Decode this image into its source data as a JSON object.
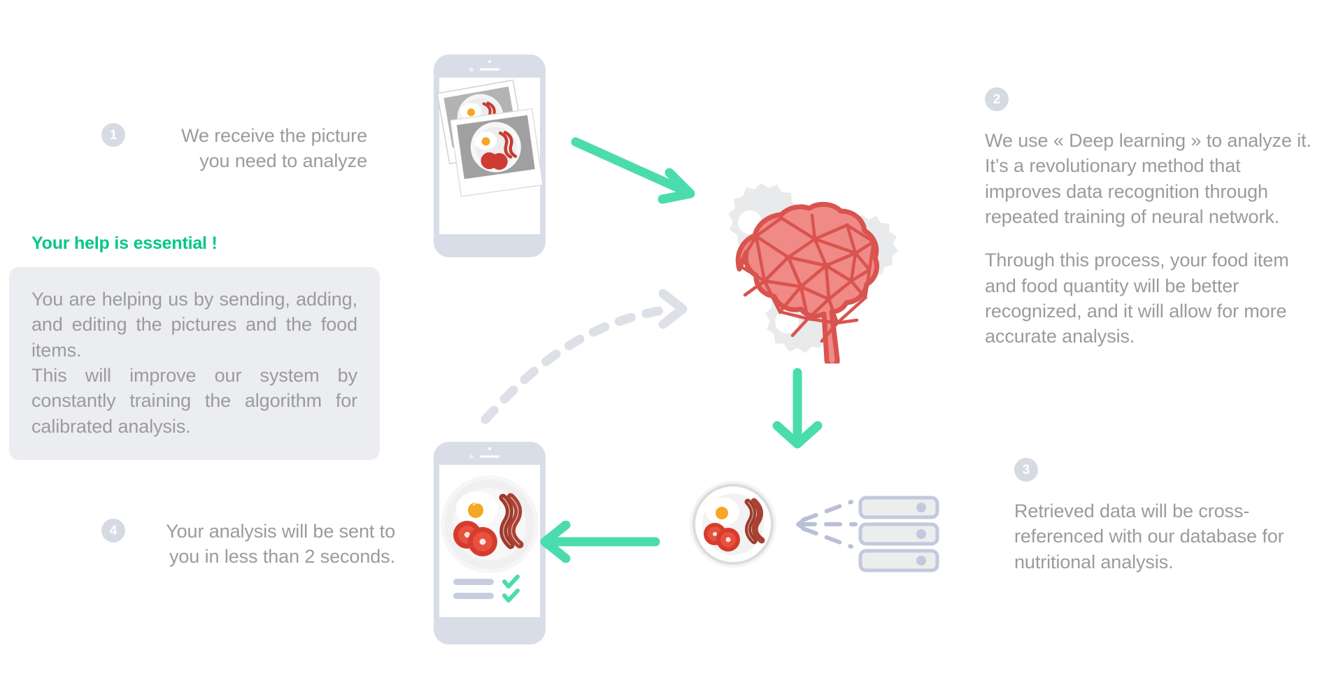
{
  "accent": {
    "green_arrow": "#4bdcae",
    "green_heading": "#03c787",
    "badge_gray": "#d6dae3",
    "text_gray": "#9b9b9b",
    "panel_gray": "#ecedf1",
    "phone_body": "#d9dde8",
    "brain_red": "#d9534f",
    "brain_fill": "#f08a87",
    "gear_gray": "#e9eaec",
    "server_stroke": "#c3c9dd",
    "dashed_gray": "#dde0e6"
  },
  "steps": [
    {
      "number": "1",
      "id": "step-1",
      "lines": [
        "We receive the picture",
        "you need to analyze"
      ],
      "text": "We receive the picture you need to analyze"
    },
    {
      "number": "2",
      "id": "step-2",
      "paragraphs": [
        "We use « Deep learning » to analyze it. It’s a revolutionary method that improves data recognition through repeated training of neural network.",
        "Through this process, your food item and food quantity will be better recognized, and it will allow for more accurate analysis."
      ]
    },
    {
      "number": "3",
      "id": "step-3",
      "text": "Retrieved data will be cross-referenced with our database for nutritional analysis."
    },
    {
      "number": "4",
      "id": "step-4",
      "lines": [
        "Your analysis will be sent to",
        "you in less than 2 seconds."
      ],
      "text": "Your analysis will be sent to you in less than 2 seconds."
    }
  ],
  "help_panel": {
    "heading": "Your help is essential !",
    "line1": "You are helping us by sending, adding, and editing the pictures and the food items.",
    "line2": "This will improve our system by constantly training the algorithm for calibrated analysis."
  },
  "illustrations": {
    "phone_top": "smartphone showing stacked food photos",
    "phone_bottom": "smartphone showing analyzed plate with two checkmark result rows",
    "brain": "low-poly red brain with gray gears",
    "plate": "plate of fried egg, bacon and tomato slices",
    "database": "three stacked server racks",
    "checkmarks": 2,
    "result_rows": 2,
    "server_units": 3
  },
  "arrows": {
    "photo_to_brain": "solid green diagonal arrow pointing down-right",
    "help_to_brain": "dashed gray curved arrow pointing right",
    "brain_to_plate": "solid green arrow pointing down",
    "plate_to_phone": "solid green arrow pointing left",
    "db_to_plate": "dashed gray converging arrow pointing left"
  }
}
